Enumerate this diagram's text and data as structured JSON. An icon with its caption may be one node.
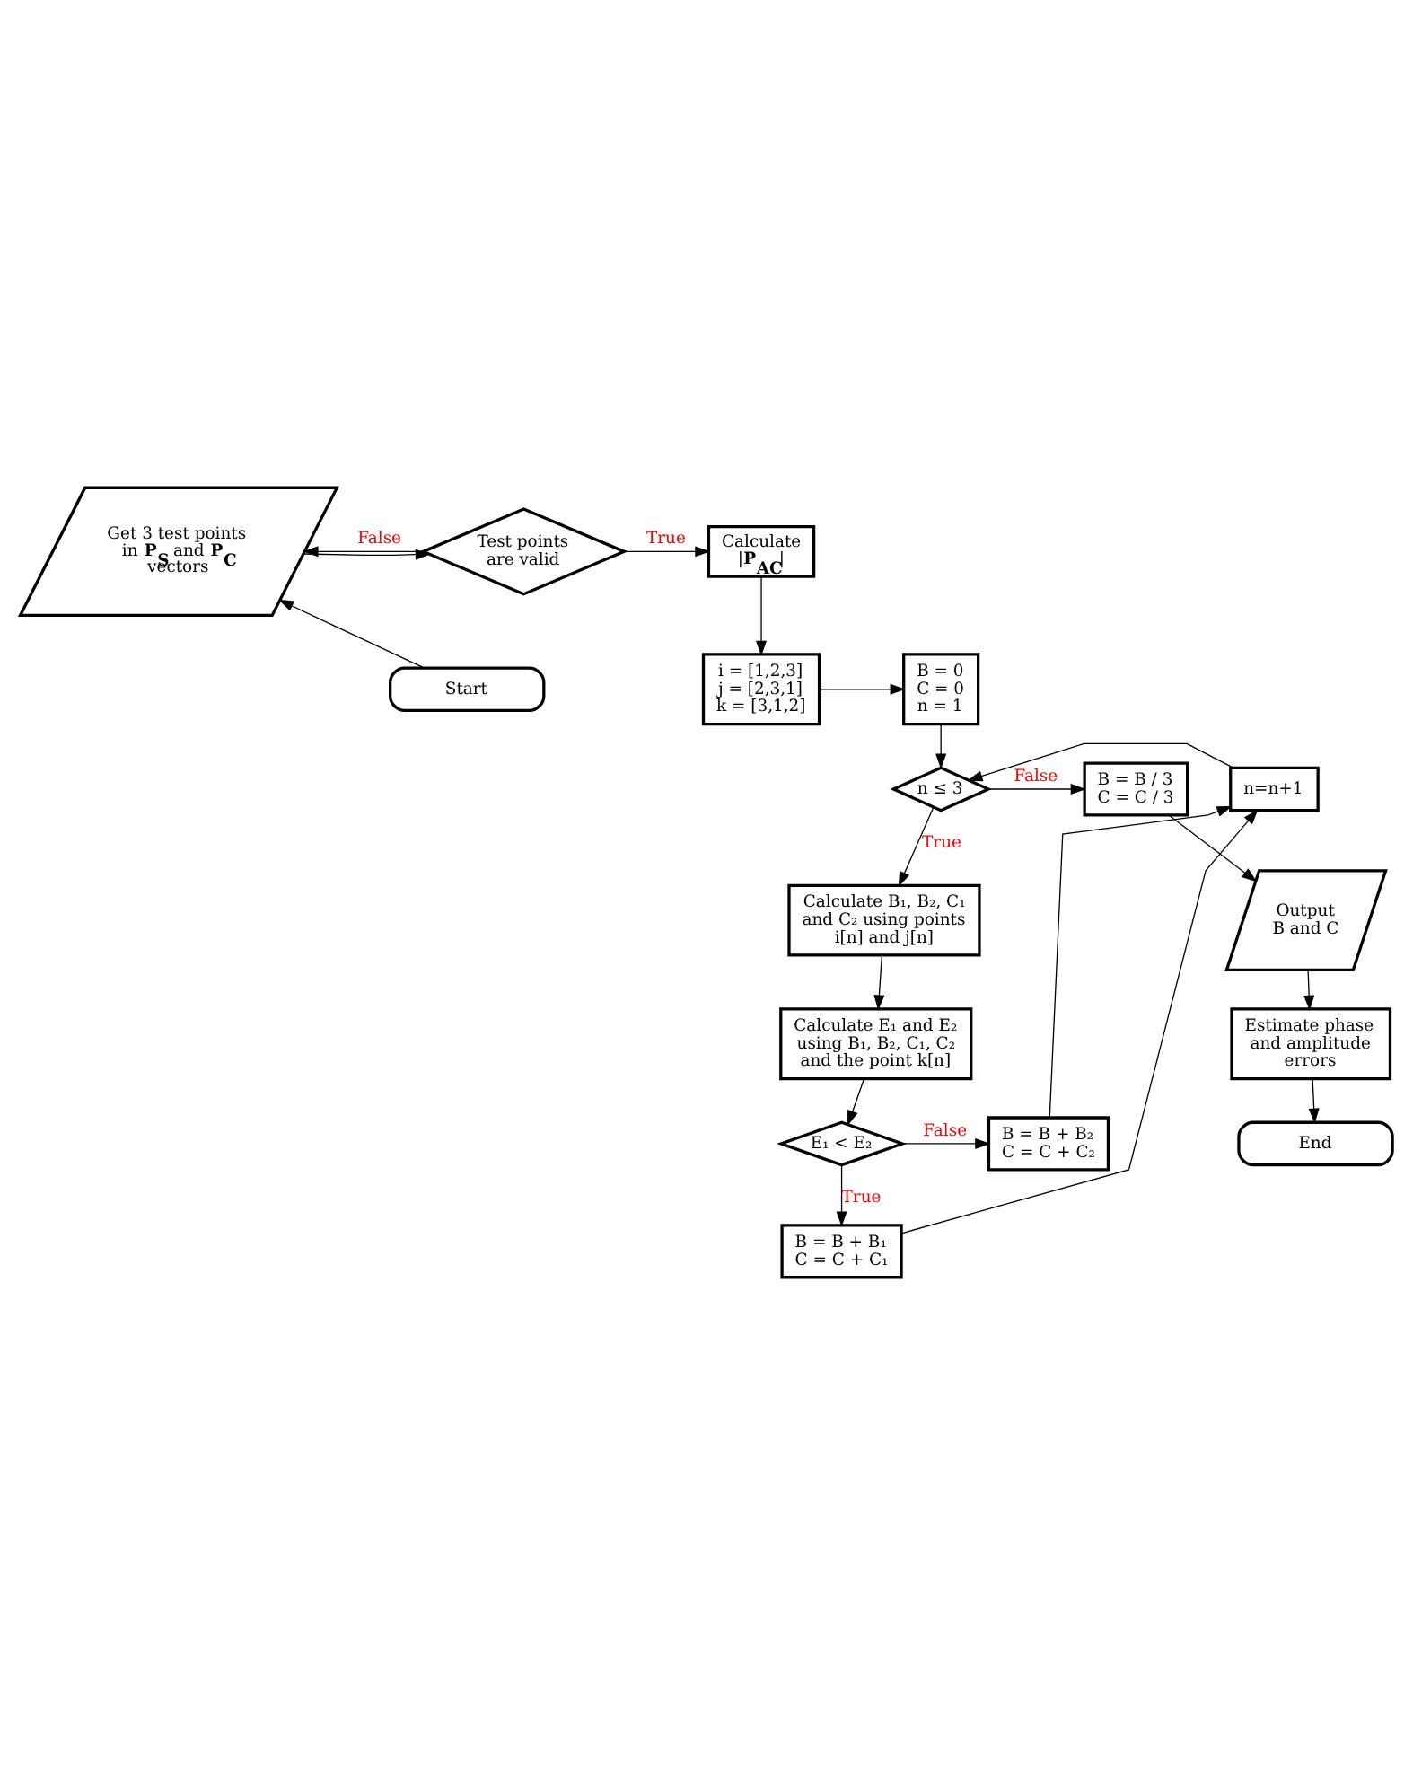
{
  "diagram": {
    "nodes": [
      {
        "text": [
          "Start"
        ]
      },
      {
        "text": [
          "Get 3 test points in **P$_{S}$** and **P$_{C}$** vectors"
        ]
      },
      {
        "text": [
          "Test points are valid"
        ]
      },
      {
        "text": [
          "Calculate |**P$_{AC}$**|"
        ]
      },
      {
        "text": [
          "i = [1,2,3] j = [2,3,1] k = [3,1,2]"
        ]
      },
      {
        "text": [
          "B = 0 C = 0 n = 1"
        ]
      },
      {
        "text": [
          "n=n+1"
        ]
      },
      {
        "text": [
          "n ≤ 3"
        ]
      },
      {
        "text": [
          "B = B / 3 C = C / 3"
        ]
      },
      {
        "text": [
          "Calculate B₁, B₂, C₁ and C₂ using points i[n] and j[n]"
        ]
      },
      {
        "text": [
          "Output B and C"
        ]
      },
      {
        "text": [
          "Calculate E₁ and E₂ using B₁, B₂, C₁, C₂ and the point k[n]"
        ]
      },
      {
        "text": [
          "Estimate phase and amplitude errors"
        ]
      },
      {
        "text": [
          "B = B + B₂ C = C + C₂"
        ]
      },
      {
        "text": [
          "E₁ < E₂"
        ]
      },
      {
        "text": [
          "End"
        ]
      },
      {
        "text": [
          "B = B + B₁ C = C + C₁"
        ]
      }
    ],
    "edges": [
      {
        "from": 0,
        "to": 1,
        "arrow": "to"
      },
      {
        "from": 1,
        "to": 2,
        "arrow": "to"
      },
      {
        "from": 2,
        "to": 1,
        "arrow": "to",
        "label": "False"
      },
      {
        "from": 2,
        "to": 3,
        "arrow": "to",
        "label": "True"
      },
      {
        "from": 3,
        "to": 4,
        "arrow": "to"
      },
      {
        "from": 4,
        "to": 5,
        "arrow": "to"
      },
      {
        "from": 5,
        "to": 7,
        "arrow": "to"
      },
      {
        "from": 6,
        "to": 7,
        "arrow": "to"
      },
      {
        "from": 7,
        "to": 8,
        "arrow": "to",
        "label": "False"
      },
      {
        "from": 7,
        "to": 9,
        "arrow": "to",
        "label": "True"
      },
      {
        "from": 9,
        "to": 11,
        "arrow": "to"
      },
      {
        "from": 11,
        "to": 14,
        "arrow": "to"
      },
      {
        "from": 14,
        "to": 13,
        "arrow": "to",
        "label": "False"
      },
      {
        "from": 14,
        "to": 16,
        "arrow": "to",
        "label": "True"
      },
      {
        "from": 13,
        "to": 6,
        "arrow": "to"
      },
      {
        "from": 16,
        "to": 6,
        "arrow": "to"
      },
      {
        "from": 8,
        "to": 10,
        "arrow": "to"
      },
      {
        "from": 10,
        "to": 12,
        "arrow": "to"
      },
      {
        "from": 12,
        "to": 15,
        "arrow": "to"
      }
    ]
  }
}
